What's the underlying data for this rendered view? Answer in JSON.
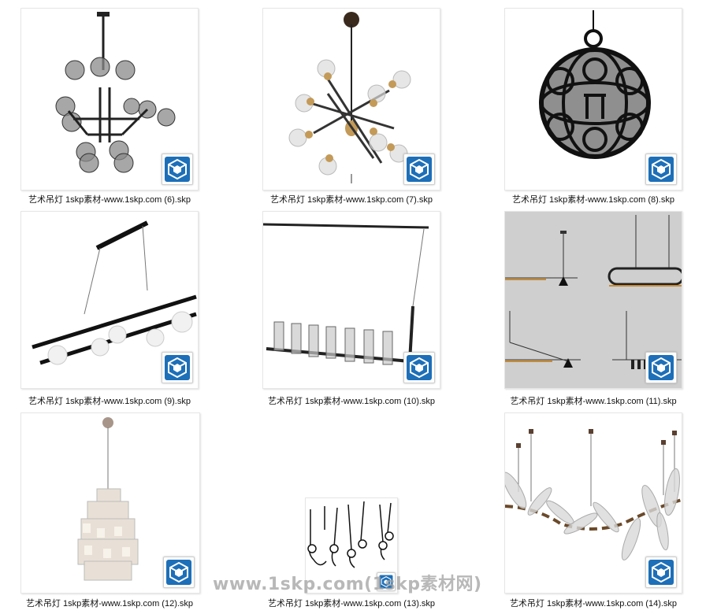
{
  "files": [
    {
      "name": "艺术吊灯 1skp素材-www.1skp.com (6).skp",
      "type_icon": "sketchup-icon"
    },
    {
      "name": "艺术吊灯 1skp素材-www.1skp.com (7).skp",
      "type_icon": "sketchup-icon"
    },
    {
      "name": "艺术吊灯 1skp素材-www.1skp.com (8).skp",
      "type_icon": "sketchup-icon"
    },
    {
      "name": "艺术吊灯 1skp素材-www.1skp.com (9).skp",
      "type_icon": "sketchup-icon"
    },
    {
      "name": "艺术吊灯 1skp素材-www.1skp.com (10).skp",
      "type_icon": "sketchup-icon"
    },
    {
      "name": "艺术吊灯 1skp素材-www.1skp.com (11).skp",
      "type_icon": "sketchup-icon"
    },
    {
      "name": "艺术吊灯 1skp素材-www.1skp.com (12).skp",
      "type_icon": "sketchup-icon"
    },
    {
      "name": "艺术吊灯 1skp素材-www.1skp.com (13).skp",
      "type_icon": "sketchup-icon"
    },
    {
      "name": "艺术吊灯 1skp素材-www.1skp.com (14).skp",
      "type_icon": "sketchup-icon"
    }
  ],
  "watermark": "www.1skp.com(1skp素材网)",
  "colors": {
    "sketchup_blue": "#1d6fb8",
    "thumb_border": "#e6e6e6",
    "gray_bg": "#cfcfcf"
  }
}
